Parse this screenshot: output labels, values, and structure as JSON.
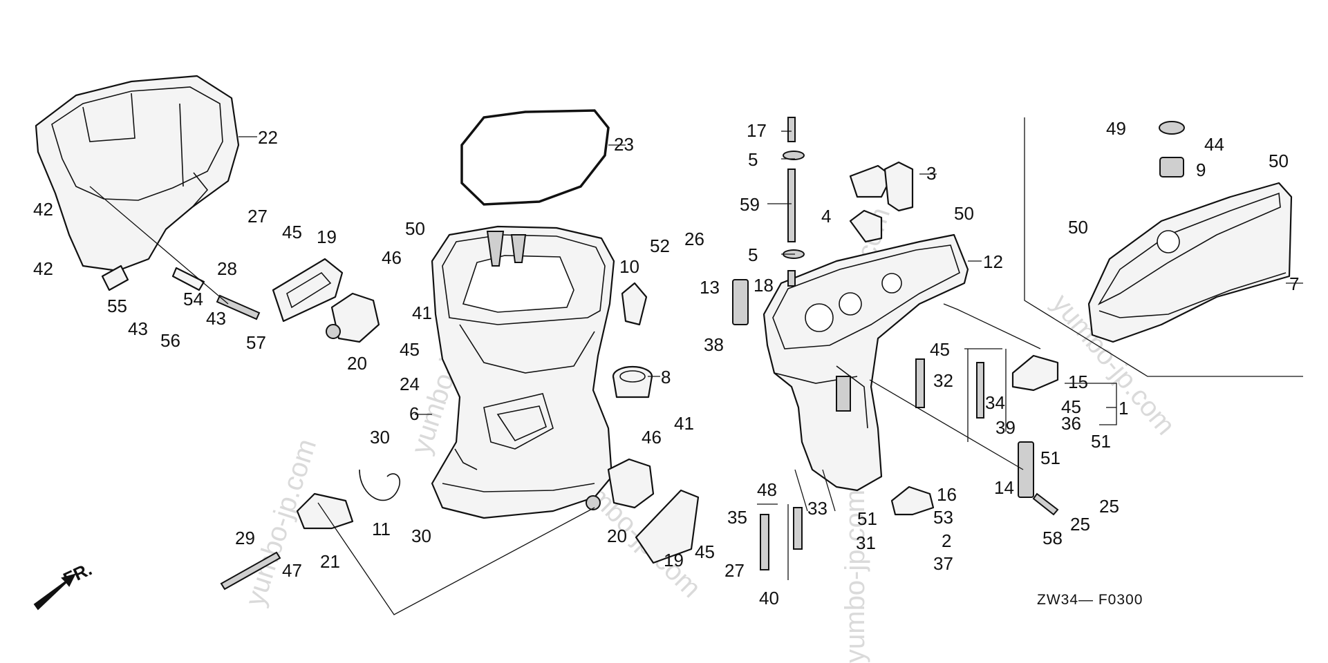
{
  "diagram_code": "ZW34— F0300",
  "direction_label": "FR.",
  "watermark": "yumbo-jp.com",
  "callouts": {
    "c1": "1",
    "c2": "2",
    "c3": "3",
    "c4": "4",
    "c5": "5",
    "c6": "6",
    "c7": "7",
    "c8": "8",
    "c9": "9",
    "c10": "10",
    "c11": "11",
    "c12": "12",
    "c13": "13",
    "c14": "14",
    "c15": "15",
    "c16": "16",
    "c17": "17",
    "c18": "18",
    "c19": "19",
    "c20": "20",
    "c21": "21",
    "c22": "22",
    "c23": "23",
    "c24": "24",
    "c25": "25",
    "c26": "26",
    "c27": "27",
    "c28": "28",
    "c29": "29",
    "c30": "30",
    "c31": "31",
    "c32": "32",
    "c33": "33",
    "c34": "34",
    "c35": "35",
    "c36": "36",
    "c37": "37",
    "c38": "38",
    "c39": "39",
    "c40": "40",
    "c41": "41",
    "c42": "42",
    "c43": "43",
    "c44": "44",
    "c45": "45",
    "c46": "46",
    "c47": "47",
    "c48": "48",
    "c49": "49",
    "c50": "50",
    "c51": "51",
    "c52": "52",
    "c53": "53",
    "c54": "54",
    "c55": "55",
    "c56": "56",
    "c57": "57",
    "c58": "58",
    "c59": "59"
  }
}
